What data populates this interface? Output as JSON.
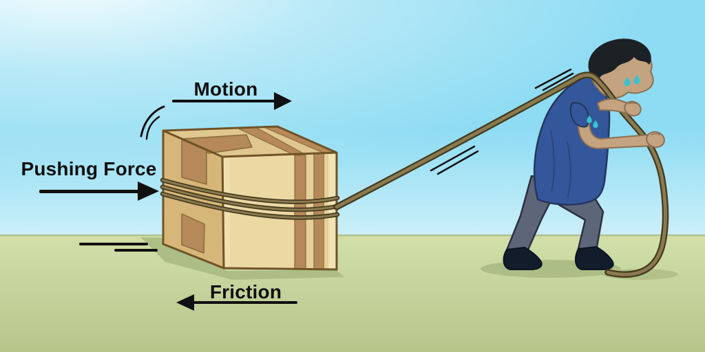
{
  "labels": {
    "motion": "Motion",
    "pushing_force": "Pushing Force",
    "friction": "Friction"
  },
  "colors": {
    "ink": "#101010",
    "sky_glow": "#f2fcfe",
    "sky_mid": "#b9e9f7",
    "sky_main": "#8edcf3",
    "ground_top": "#d2dfa9",
    "ground_bottom": "#b5c68b",
    "horizon_line": "#9fb27e",
    "shadow_green": "#a9ba82",
    "box_left_face": "#d7b679",
    "box_top_face": "#e0c78f",
    "box_front_face": "#ebd8a3",
    "box_tape_dark": "#b5895a",
    "box_tape_light": "#e4d09b",
    "box_highlight": "#f2e3b4",
    "box_outline": "#6f5326",
    "rope_core": "#8a7a4f",
    "rope_edge": "#44391f",
    "shirt_blue": "#34569b",
    "shirt_outline": "#24365e",
    "pants_gray": "#5d6579",
    "pants_outline": "#2a3140",
    "shoe_dark": "#131c2b",
    "skin_tan": "#c4a381",
    "skin_outline": "#8a6f52",
    "hair_dark": "#1c2126",
    "sweat_teal": "#38c4cf"
  }
}
